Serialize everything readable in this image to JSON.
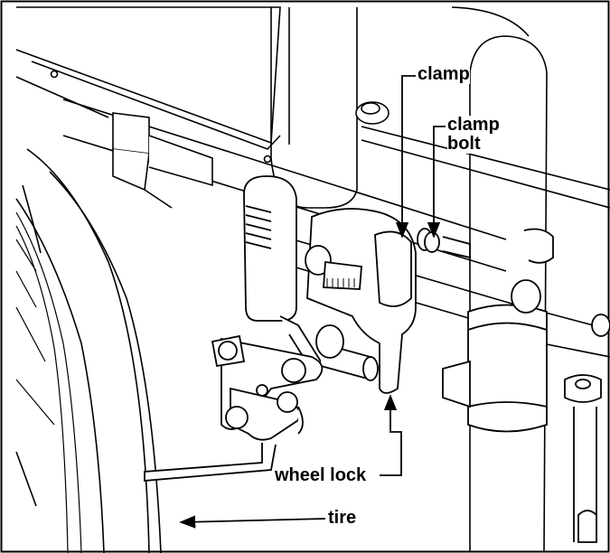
{
  "labels": {
    "clamp": "clamp",
    "clamp_bolt": "clamp\nbolt",
    "wheel_lock": "wheel lock",
    "tire": "tire"
  },
  "colors": {
    "stroke": "#000000",
    "background": "#ffffff",
    "shade": "#d9d9d9"
  }
}
